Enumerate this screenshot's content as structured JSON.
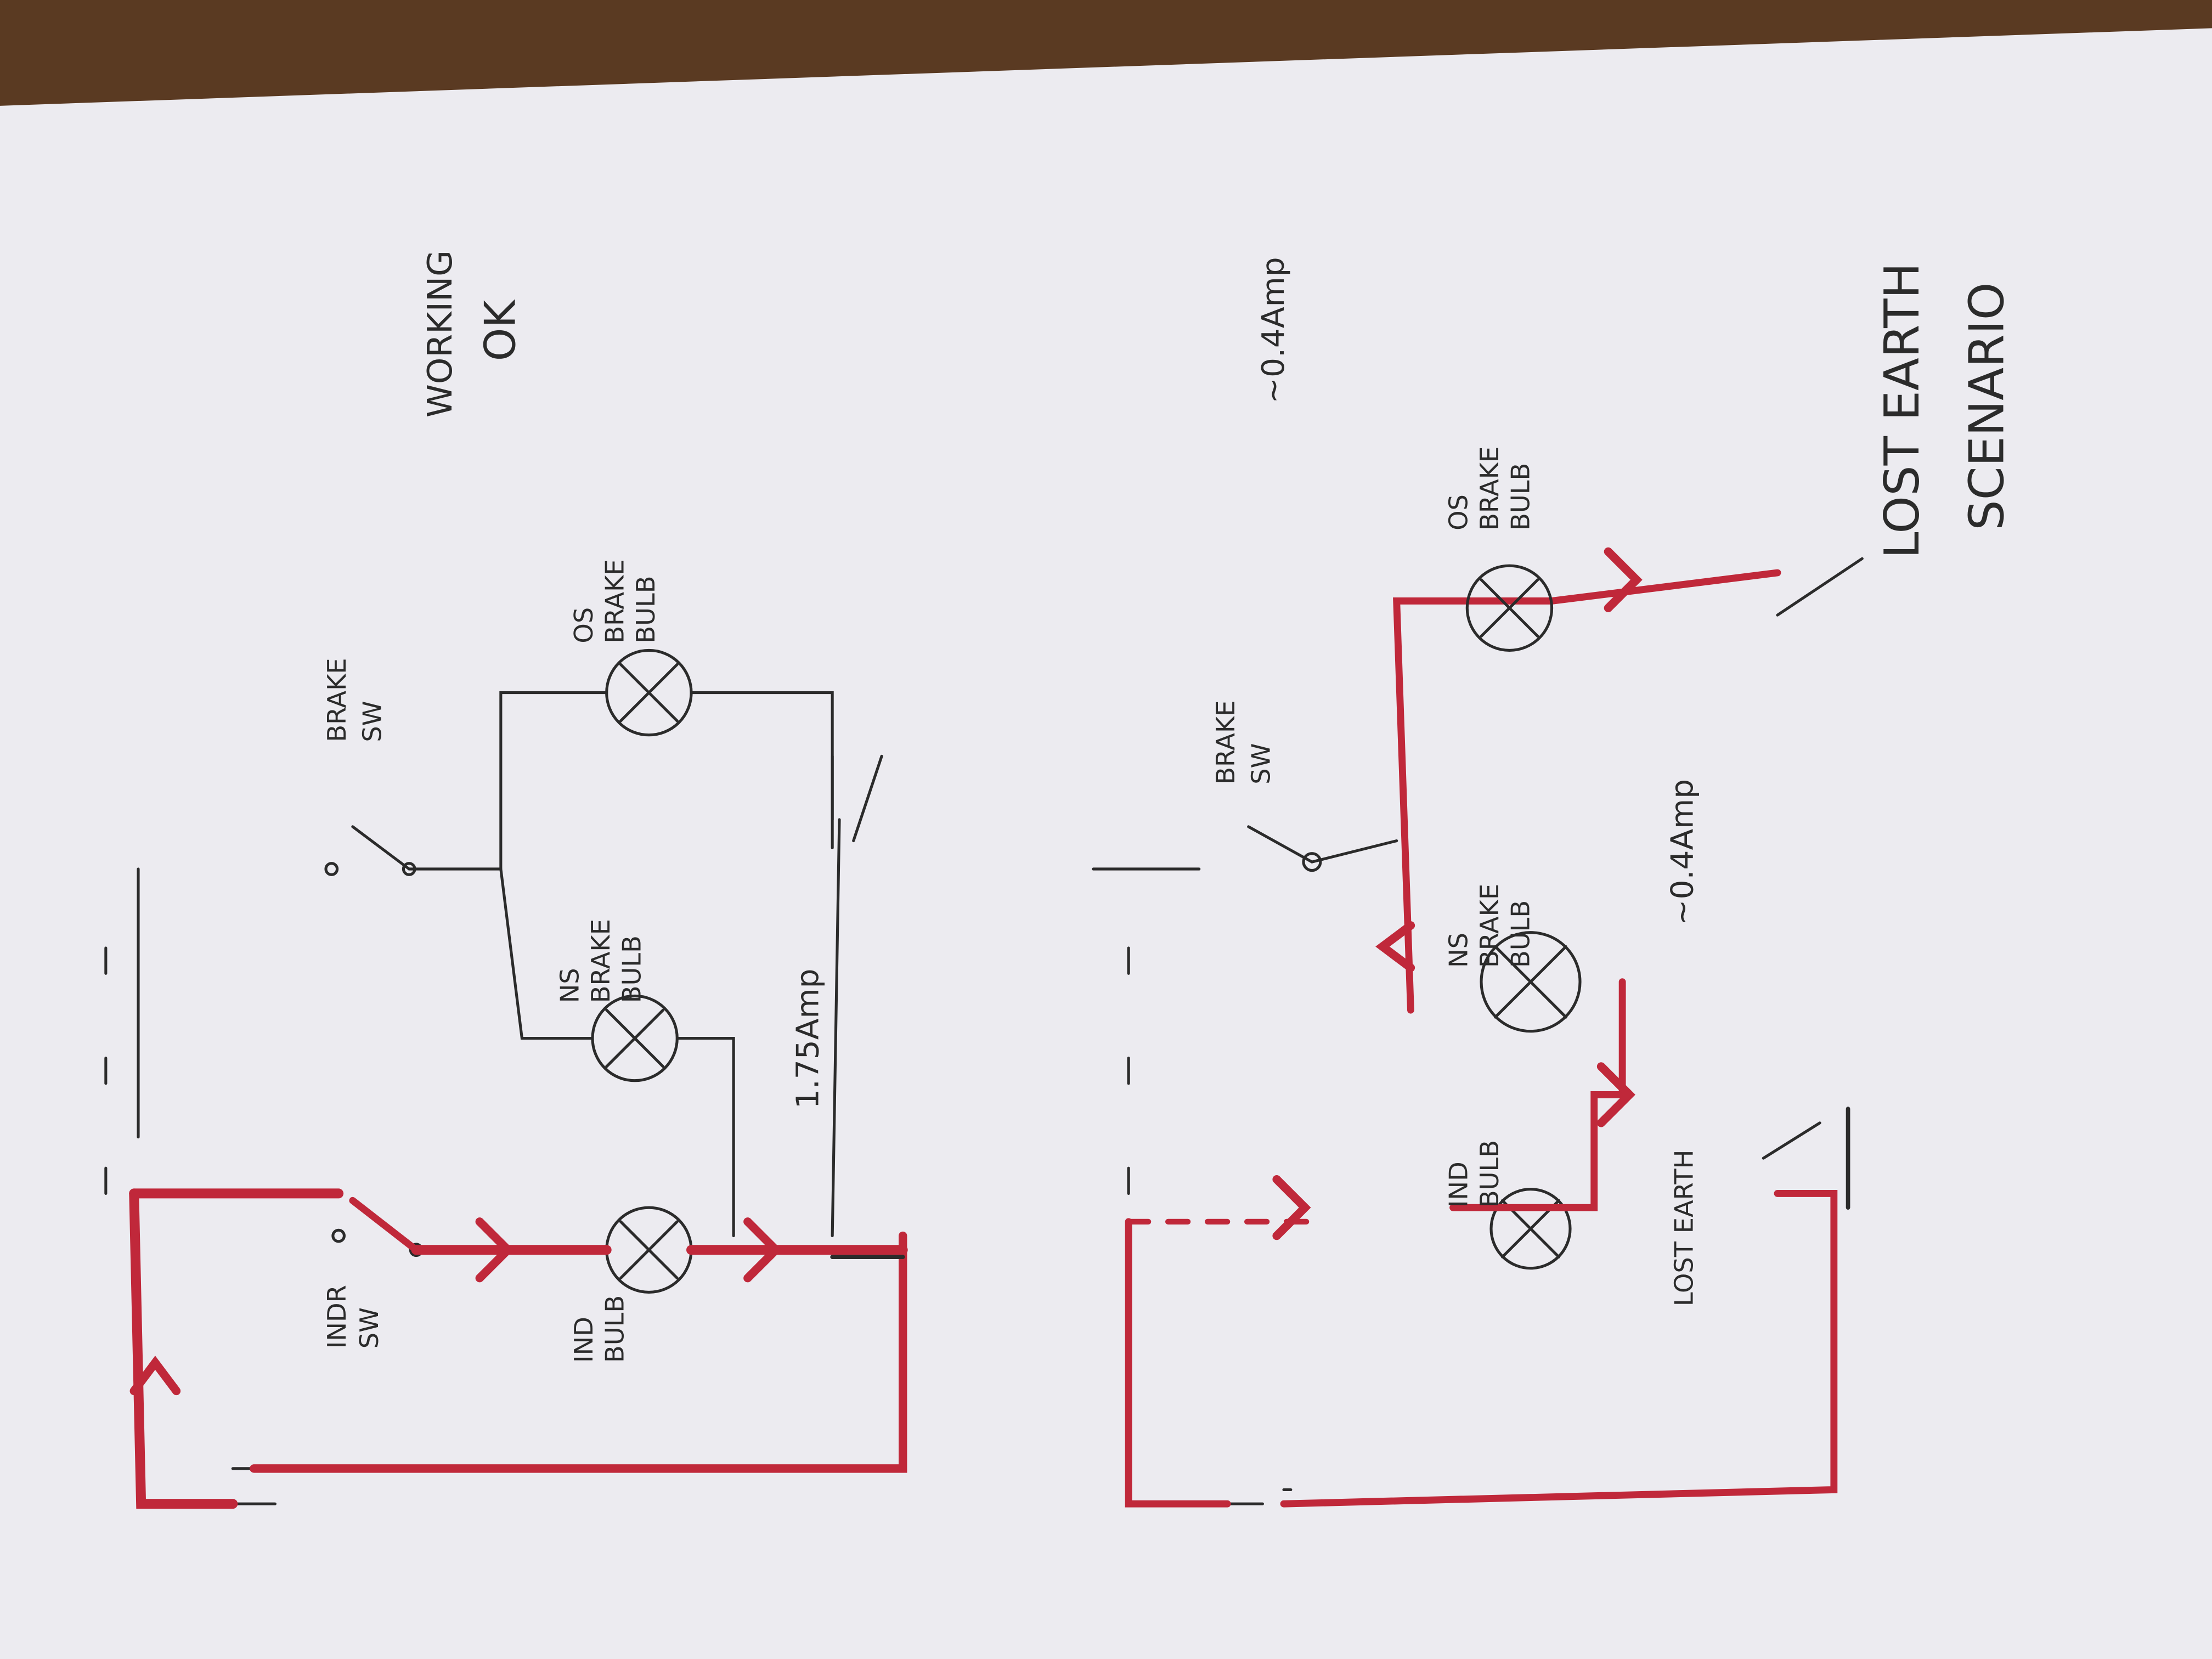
{
  "diagrams": [
    {
      "heading": "WORKING",
      "status": "OK",
      "labels": {
        "brake_switch": [
          "BRAKE",
          "SW"
        ],
        "os_bulb": [
          "OS",
          "BRAKE",
          "BULB"
        ],
        "ns_bulb": [
          "NS",
          "BRAKE",
          "BULB"
        ],
        "ind_bulb": [
          "IND",
          "BULB"
        ],
        "indr_switch": [
          "INDR",
          "SW"
        ],
        "current": "1.75Amp"
      }
    },
    {
      "heading": "LOST EARTH",
      "status": "SCENARIO",
      "labels": {
        "brake_switch": [
          "BRAKE",
          "SW"
        ],
        "os_bulb": [
          "OS",
          "BRAKE",
          "BULB"
        ],
        "ns_bulb": [
          "NS",
          "BRAKE",
          "BULB"
        ],
        "ind_bulb": [
          "IND",
          "BULB"
        ],
        "lost_earth": "LOST EARTH",
        "current_os": "~0.4Amp",
        "current_ns": "~0.4Amp"
      }
    }
  ],
  "colors": {
    "paper": "#ecebf0",
    "ink": "#2b2b2b",
    "current_path": "#c0283a",
    "table": "#5a3a22"
  }
}
